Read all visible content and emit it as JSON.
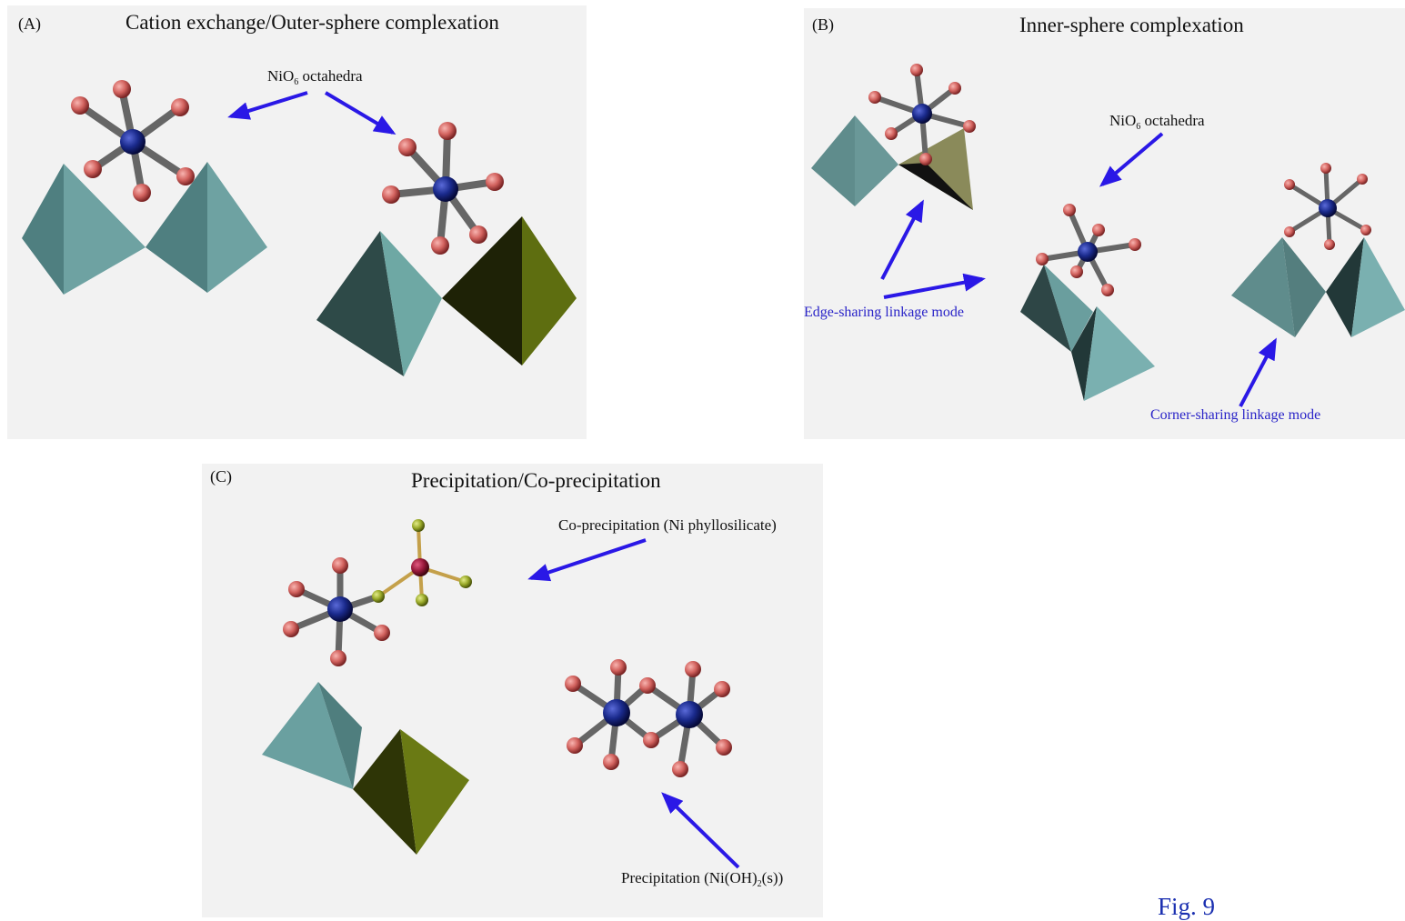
{
  "panel_a": {
    "letter": "(A)",
    "title": "Cation exchange/Outer-sphere complexation",
    "annotation": {
      "prefix": "NiO",
      "sub": "6",
      "suffix": " octahedra"
    }
  },
  "panel_b": {
    "letter": "(B)",
    "title": "Inner-sphere complexation",
    "annotation": {
      "prefix": "NiO",
      "sub": "6",
      "suffix": "  octahedra"
    },
    "edge_label": "Edge-sharing linkage mode",
    "corner_label": "Corner-sharing  linkage mode"
  },
  "panel_c": {
    "letter": "(C)",
    "title": "Precipitation/Co-precipitation",
    "co_precip_label": "Co-precipitation (Ni phyllosilicate)",
    "precip": {
      "prefix": "Precipitation (Ni(OH)",
      "sub": "2",
      "suffix": "(s))"
    }
  },
  "figure_label": "Fig. 9",
  "colors": {
    "panel_bg": "#f2f2f2",
    "arrow": "#2a18e6",
    "ni_atom": "#1a2a8c",
    "o_atom": "#d46a6a",
    "bond": "#6e6e6e",
    "si_atom": "#9a1a3c",
    "si_o_atom": "#9aaa2a",
    "tetra_teal": "#6aa0a0",
    "tetra_olive": "#5e6a10"
  }
}
